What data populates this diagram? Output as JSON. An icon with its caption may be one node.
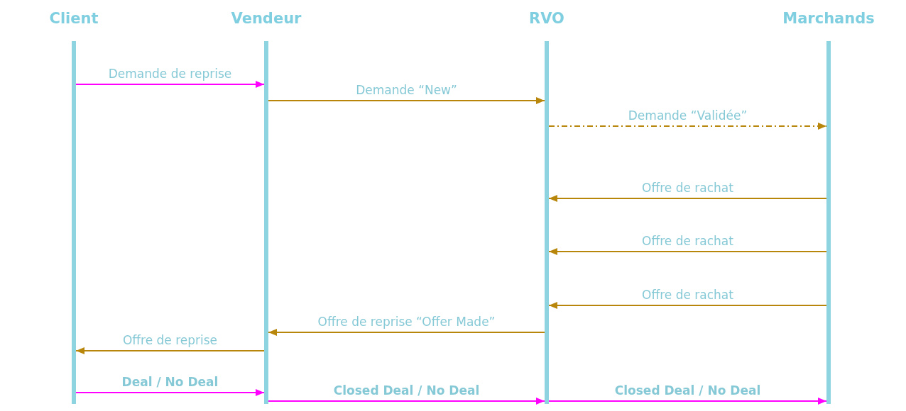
{
  "diagram": {
    "nodes": [
      {
        "text": [
          "Client"
        ]
      },
      {
        "text": [
          "Vendeur"
        ]
      },
      {
        "text": [
          "RVO"
        ]
      },
      {
        "text": [
          "Marchands"
        ]
      }
    ],
    "edges": [
      {
        "from": 0,
        "to": 1,
        "arrow": "to",
        "label": "Demande de reprise",
        "color": "#ff00ff"
      },
      {
        "from": 1,
        "to": 2,
        "arrow": "to",
        "label": "Demande “New”"
      },
      {
        "from": 2,
        "to": 3,
        "arrow": "to",
        "label": "Demande “Validée”",
        "style": "dashed"
      },
      {
        "from": 3,
        "to": 2,
        "arrow": "to",
        "label": "Offre de rachat"
      },
      {
        "from": 3,
        "to": 2,
        "arrow": "to",
        "label": "Offre de rachat"
      },
      {
        "from": 3,
        "to": 2,
        "arrow": "to",
        "label": "Offre de rachat"
      },
      {
        "from": 2,
        "to": 1,
        "arrow": "to",
        "label": "Offre de reprise “Offer Made”"
      },
      {
        "from": 1,
        "to": 0,
        "arrow": "to",
        "label": "Offre de reprise"
      },
      {
        "from": 0,
        "to": 1,
        "arrow": "to",
        "label": "Deal / No Deal",
        "color": "#ff00ff"
      },
      {
        "from": 1,
        "to": 2,
        "arrow": "to",
        "label": "Closed Deal / No Deal",
        "color": "#ff00ff"
      },
      {
        "from": 2,
        "to": 3,
        "arrow": "to",
        "label": "Closed Deal / No Deal",
        "color": "#ff00ff"
      }
    ]
  }
}
